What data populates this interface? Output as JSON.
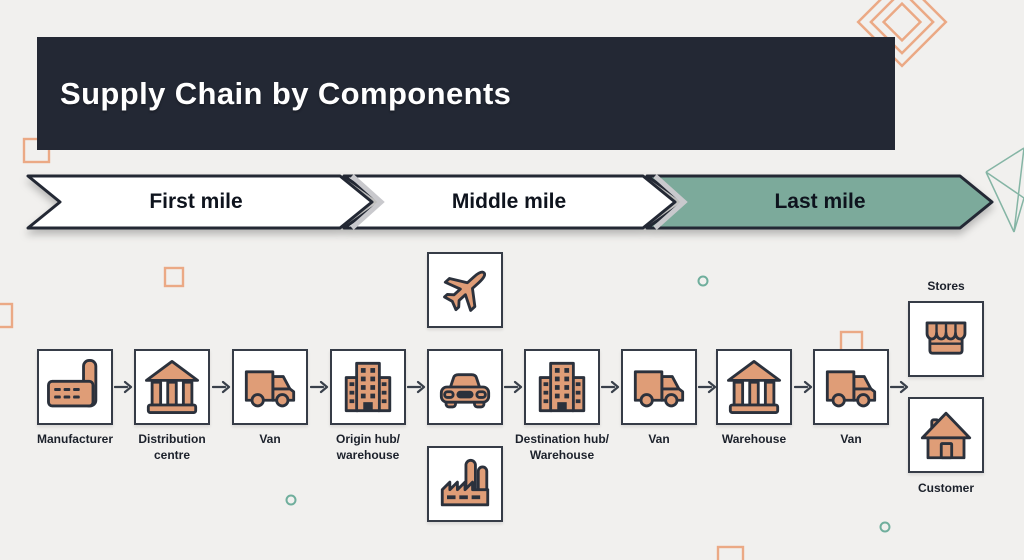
{
  "page": {
    "background_color": "#f1f0ee"
  },
  "header": {
    "title": "Supply Chain by Components",
    "background_color": "#232834",
    "text_color": "#ffffff"
  },
  "banner": {
    "phases": [
      {
        "label": "First mile",
        "fill": "#ffffff"
      },
      {
        "label": "Middle mile",
        "fill": "#ffffff"
      },
      {
        "label": "Last mile",
        "fill": "#7caa9b"
      }
    ],
    "outline_color": "#232834",
    "accent_chevron_color": "#c9c9cd"
  },
  "flow": {
    "main_nodes": [
      {
        "label": "Manufacturer",
        "icon": "factory-icon"
      },
      {
        "label": "Distribution centre",
        "icon": "bank-icon"
      },
      {
        "label": "Van",
        "icon": "van-icon"
      },
      {
        "label": "Origin hub/ warehouse",
        "icon": "building-icon"
      },
      {
        "label": "",
        "icon": "car-icon"
      },
      {
        "label": "Destination hub/ Warehouse",
        "icon": "building-icon"
      },
      {
        "label": "Van",
        "icon": "van-icon"
      },
      {
        "label": "Warehouse",
        "icon": "bank-icon"
      },
      {
        "label": "Van",
        "icon": "van-icon"
      }
    ],
    "alt_transport_nodes": [
      {
        "label": "",
        "icon": "plane-icon"
      },
      {
        "label": "",
        "icon": "factory-chimneys-icon"
      }
    ],
    "destination_nodes": [
      {
        "label": "Stores",
        "icon": "storefront-icon",
        "label_position": "above"
      },
      {
        "label": "Customer",
        "icon": "house-icon",
        "label_position": "below"
      }
    ]
  },
  "colors": {
    "icon_fill": "#df9d77",
    "icon_outline": "#2b313c",
    "box_border": "#363c47",
    "label_color": "#1c212b",
    "arrow_color": "#39404b",
    "decoration_orange": "#eba985",
    "decoration_teal": "#6fae9c"
  }
}
